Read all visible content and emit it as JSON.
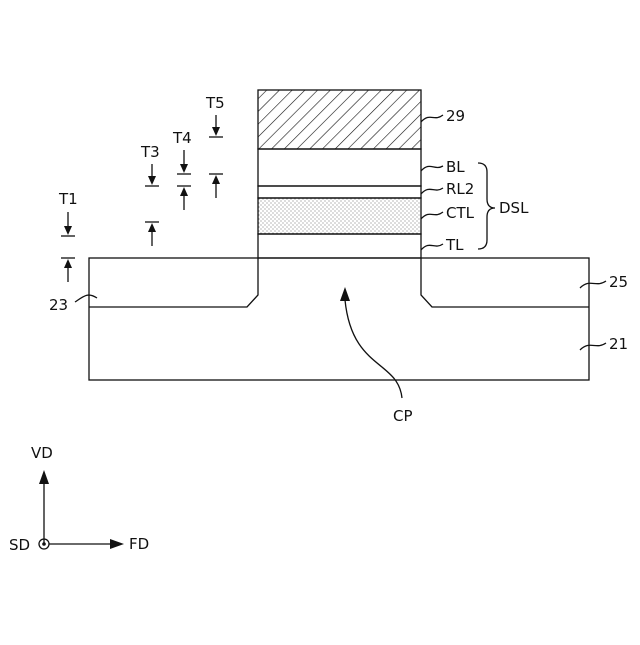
{
  "labels": {
    "t1": "T1",
    "t3": "T3",
    "t4": "T4",
    "t5": "T5",
    "ref_29": "29",
    "bl": "BL",
    "rl2": "RL2",
    "ctl": "CTL",
    "tl": "TL",
    "dsl": "DSL",
    "ref_23": "23",
    "ref_25": "25",
    "ref_21": "21",
    "cp": "CP",
    "vd": "VD",
    "fd": "FD",
    "sd": "SD"
  },
  "colors": {
    "line": "#111111",
    "background": "#ffffff"
  }
}
